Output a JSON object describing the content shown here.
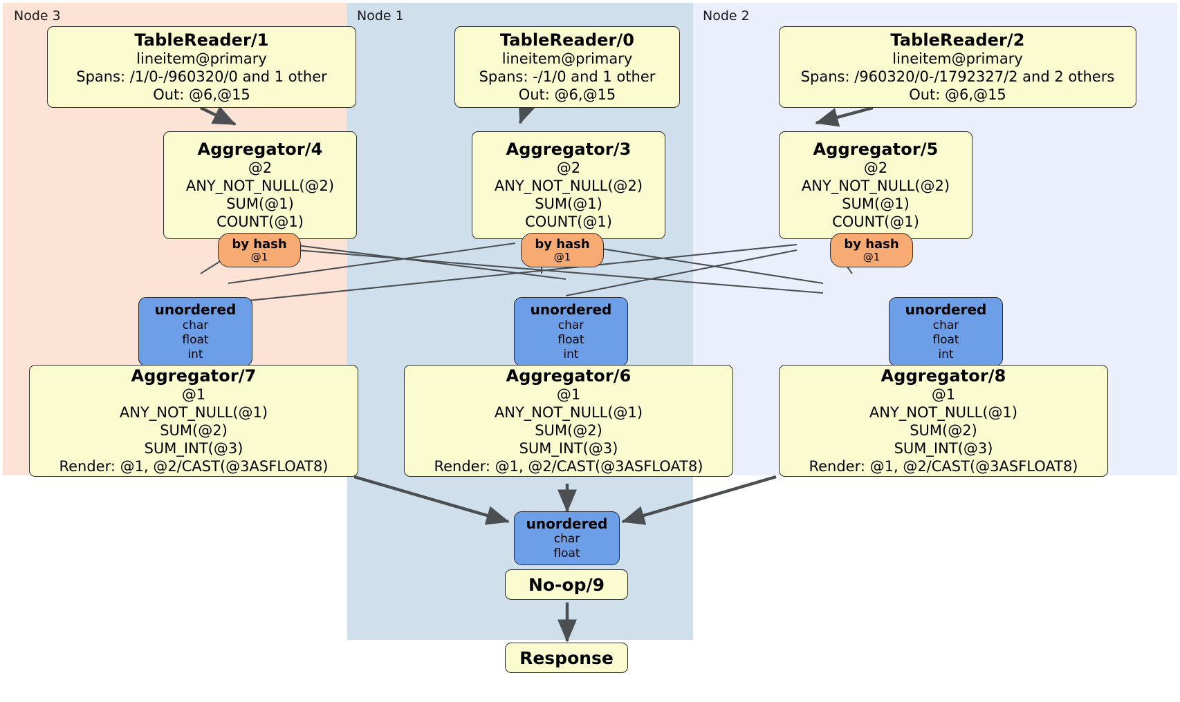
{
  "diagram": {
    "title": "Distributed SQL physical plan",
    "type": "dataflow-dag"
  },
  "colors": {
    "node3_panel": "#fce3d5",
    "node1_panel": "#cfdfec",
    "node2_panel": "#eaeffb",
    "processor_box": "#fbfbd0",
    "router_box": "#f7ab72",
    "stream_box": "#6c9fe8",
    "edge": "#4b4f52",
    "border": "#2b2b2b"
  },
  "panels": [
    {
      "label": "Node 3",
      "color": "#fce3d5"
    },
    {
      "label": "Node 1",
      "color": "#cfdfec"
    },
    {
      "label": "Node 2",
      "color": "#eaeffb"
    }
  ],
  "readers": [
    {
      "title": "TableReader/1",
      "table": "lineitem@primary",
      "spans": "Spans: /1/0-/960320/0 and 1 other",
      "out": "Out: @6,@15"
    },
    {
      "title": "TableReader/0",
      "table": "lineitem@primary",
      "spans": "Spans: -/1/0 and 1 other",
      "out": "Out: @6,@15"
    },
    {
      "title": "TableReader/2",
      "table": "lineitem@primary",
      "spans": "Spans: /960320/0-/1792327/2 and 2 others",
      "out": "Out: @6,@15"
    }
  ],
  "local_aggregators": [
    {
      "title": "Aggregator/4",
      "group": "@2",
      "aggs": [
        "ANY_NOT_NULL(@2)",
        "SUM(@1)",
        "COUNT(@1)"
      ]
    },
    {
      "title": "Aggregator/3",
      "group": "@2",
      "aggs": [
        "ANY_NOT_NULL(@2)",
        "SUM(@1)",
        "COUNT(@1)"
      ]
    },
    {
      "title": "Aggregator/5",
      "group": "@2",
      "aggs": [
        "ANY_NOT_NULL(@2)",
        "SUM(@1)",
        "COUNT(@1)"
      ]
    }
  ],
  "routers": [
    {
      "title": "by hash",
      "cols": "@1"
    },
    {
      "title": "by hash",
      "cols": "@1"
    },
    {
      "title": "by hash",
      "cols": "@1"
    }
  ],
  "streams": [
    {
      "title": "unordered",
      "types": [
        "char",
        "float",
        "int"
      ]
    },
    {
      "title": "unordered",
      "types": [
        "char",
        "float",
        "int"
      ]
    },
    {
      "title": "unordered",
      "types": [
        "char",
        "float",
        "int"
      ]
    }
  ],
  "final_aggregators": [
    {
      "title": "Aggregator/7",
      "group": "@1",
      "aggs": [
        "ANY_NOT_NULL(@1)",
        "SUM(@2)",
        "SUM_INT(@3)"
      ],
      "render": "Render: @1, @2/CAST(@3ASFLOAT8)"
    },
    {
      "title": "Aggregator/6",
      "group": "@1",
      "aggs": [
        "ANY_NOT_NULL(@1)",
        "SUM(@2)",
        "SUM_INT(@3)"
      ],
      "render": "Render: @1, @2/CAST(@3ASFLOAT8)"
    },
    {
      "title": "Aggregator/8",
      "group": "@1",
      "aggs": [
        "ANY_NOT_NULL(@1)",
        "SUM(@2)",
        "SUM_INT(@3)"
      ],
      "render": "Render: @1, @2/CAST(@3ASFLOAT8)"
    }
  ],
  "result_stream": {
    "title": "unordered",
    "types": [
      "char",
      "float"
    ]
  },
  "noop": {
    "title": "No-op/9"
  },
  "response": {
    "title": "Response"
  }
}
